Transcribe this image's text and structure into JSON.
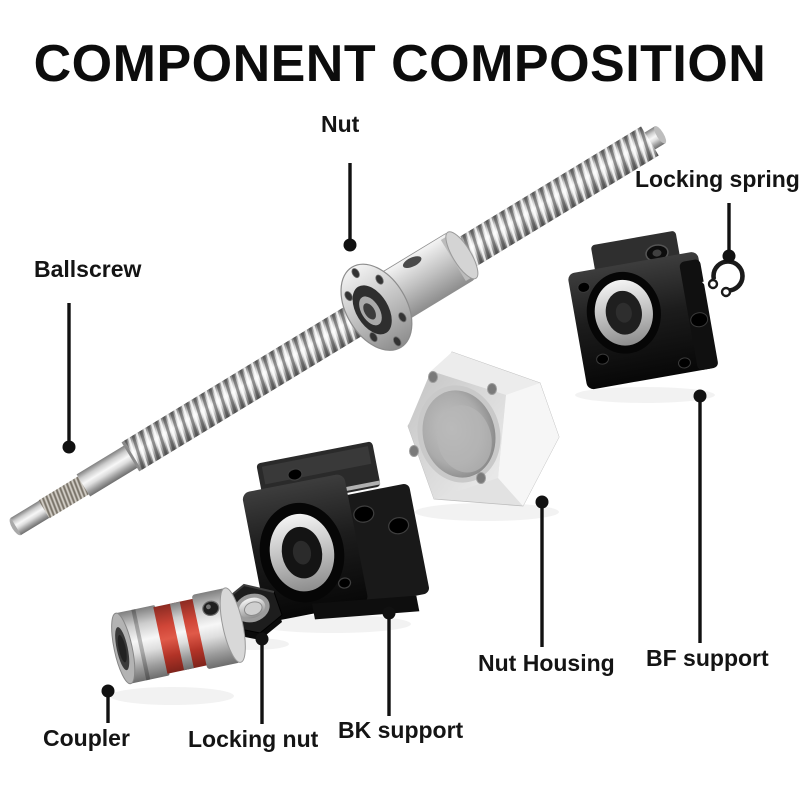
{
  "title": "COMPONENT COMPOSITION",
  "components": [
    {
      "id": "nut",
      "label": "Nut"
    },
    {
      "id": "locking-spring",
      "label": "Locking spring"
    },
    {
      "id": "ballscrew",
      "label": "Ballscrew"
    },
    {
      "id": "bf-support",
      "label": "BF support"
    },
    {
      "id": "nut-housing",
      "label": "Nut Housing"
    },
    {
      "id": "bk-support",
      "label": "BK support"
    },
    {
      "id": "locking-nut",
      "label": "Locking nut"
    },
    {
      "id": "coupler",
      "label": "Coupler"
    }
  ],
  "colors": {
    "background": "#ffffff",
    "label_text": "#141414",
    "leader_line": "#111111",
    "metal_silver": "#d6d6d6",
    "black_part": "#1a1a1a",
    "coupler_red": "#c8453a"
  }
}
